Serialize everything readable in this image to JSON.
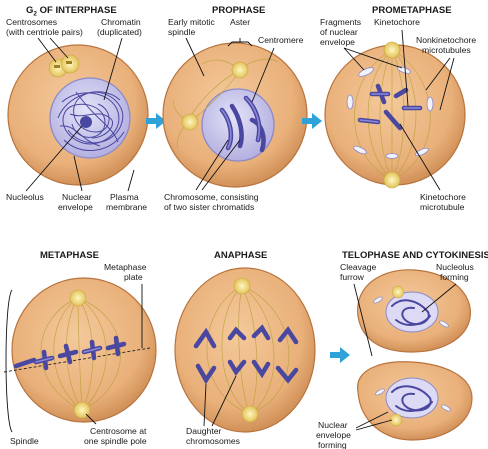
{
  "colors": {
    "cell": "#e9b07a",
    "cell_edge": "#b8743e",
    "nucleus": "#c9c7ec",
    "chromosome": "#4a47a0",
    "centrosome": "#f3e28a",
    "arrow": "#2fa3d9"
  },
  "panels": {
    "g2": {
      "title_prefix": "G",
      "title_sub": "2",
      "title_rest": " OF INTERPHASE",
      "labels": {
        "centrosomes_1": "Centrosomes",
        "centrosomes_2": "(with centriole pairs)",
        "chromatin_1": "Chromatin",
        "chromatin_2": "(duplicated)",
        "nucleolus": "Nucleolus",
        "nuclear_envelope_1": "Nuclear",
        "nuclear_envelope_2": "envelope",
        "plasma_membrane_1": "Plasma",
        "plasma_membrane_2": "membrane"
      }
    },
    "prophase": {
      "title": "PROPHASE",
      "labels": {
        "early_spindle_1": "Early mitotic",
        "early_spindle_2": "spindle",
        "aster": "Aster",
        "centromere": "Centromere",
        "chromosome_1": "Chromosome, consisting",
        "chromosome_2": "of two sister chromatids"
      }
    },
    "prometaphase": {
      "title": "PROMETAPHASE",
      "labels": {
        "fragments_1": "Fragments",
        "fragments_2": "of nuclear",
        "fragments_3": "envelope",
        "kinetochore": "Kinetochore",
        "nonkinetochore_1": "Nonkinetochore",
        "nonkinetochore_2": "microtubules",
        "kinetochore_mt_1": "Kinetochore",
        "kinetochore_mt_2": "microtubule"
      }
    },
    "metaphase": {
      "title": "METAPHASE",
      "labels": {
        "plate_1": "Metaphase",
        "plate_2": "plate",
        "spindle": "Spindle",
        "centrosome_pole_1": "Centrosome at",
        "centrosome_pole_2": "one spindle pole"
      }
    },
    "anaphase": {
      "title": "ANAPHASE",
      "labels": {
        "daughter_1": "Daughter",
        "daughter_2": "chromosomes"
      }
    },
    "telophase": {
      "title": "TELOPHASE AND CYTOKINESIS",
      "labels": {
        "cleavage_1": "Cleavage",
        "cleavage_2": "furrow",
        "nucleolus_forming_1": "Nucleolus",
        "nucleolus_forming_2": "forming",
        "nuclear_envelope_forming_1": "Nuclear",
        "nuclear_envelope_forming_2": "envelope",
        "nuclear_envelope_forming_3": "forming"
      }
    }
  }
}
